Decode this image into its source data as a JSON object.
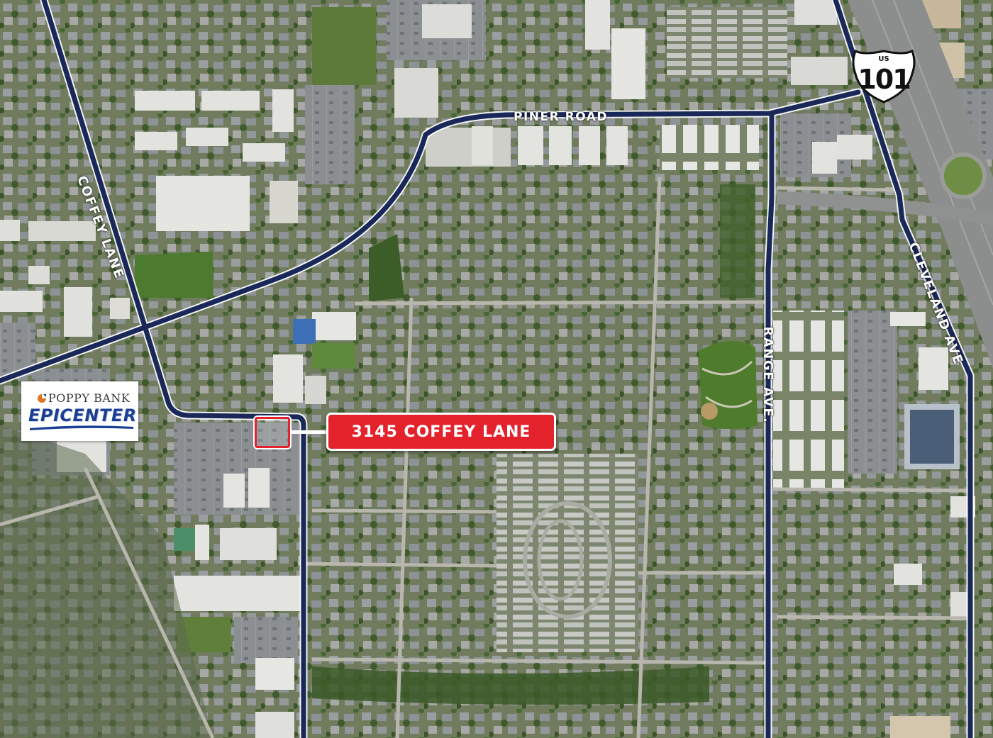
{
  "map": {
    "roads": {
      "piner": "PINER ROAD",
      "coffey": "COFFEY LANE",
      "range": "RANGE AVE.",
      "cleveland": "CLEVELAND AVE"
    },
    "highway_shield": {
      "prefix": "US",
      "number": "101"
    },
    "landmark_logo": {
      "top_text": "POPPY BANK",
      "bottom_text": "EPICENTER"
    },
    "callout": {
      "label": "3145 COFFEY LANE"
    },
    "colors": {
      "route": "#1a2859",
      "callout": "#e3222c",
      "logo_blue": "#1b3f94"
    }
  }
}
